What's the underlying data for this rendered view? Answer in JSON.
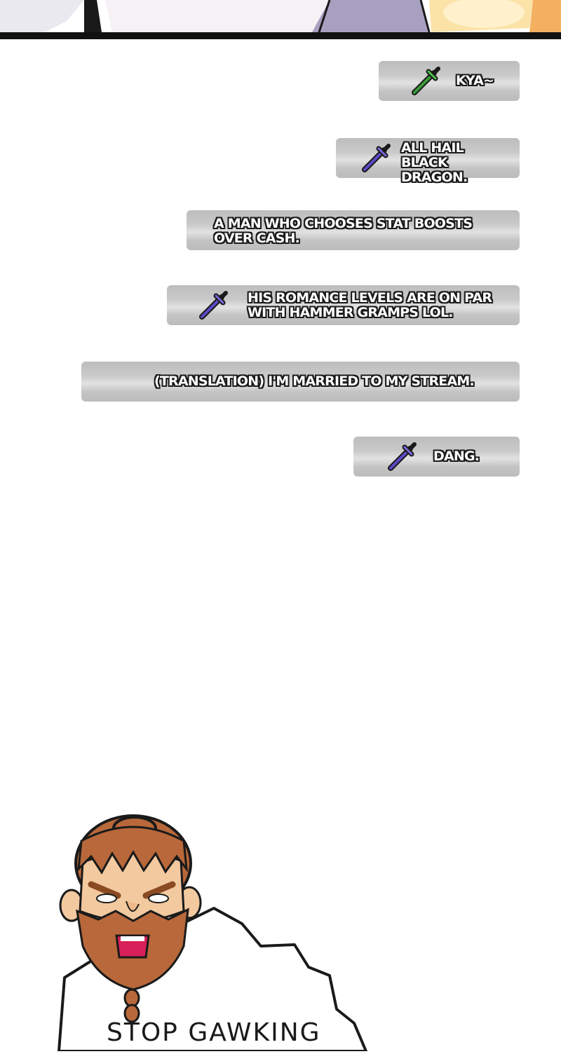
{
  "chat": {
    "messages": [
      {
        "icon": "green-sword-icon",
        "text": "KYA~"
      },
      {
        "icon": "purple-sword-icon",
        "text": "ALL HAIL BLACK DRAGON."
      },
      {
        "icon": "",
        "text": "A MAN WHO CHOOSES STAT BOOSTS OVER CASH."
      },
      {
        "icon": "purple-sword-icon",
        "text": "HIS ROMANCE LEVELS ARE ON PAR WITH HAMMER GRAMPS LOL."
      },
      {
        "icon": "",
        "text": "(TRANSLATION) I'M MARRIED TO MY STREAM."
      },
      {
        "icon": "purple-sword-icon",
        "text": "DANG."
      }
    ]
  },
  "speech": {
    "text": "STOP GAWKING"
  },
  "colors": {
    "bubble": "#c4c4c4",
    "outline": "#1a1a1a",
    "green_sword": "#3a9a3a",
    "purple_sword": "#5a4ac8",
    "hair": "#b8683a",
    "skin": "#f3c9a0"
  }
}
